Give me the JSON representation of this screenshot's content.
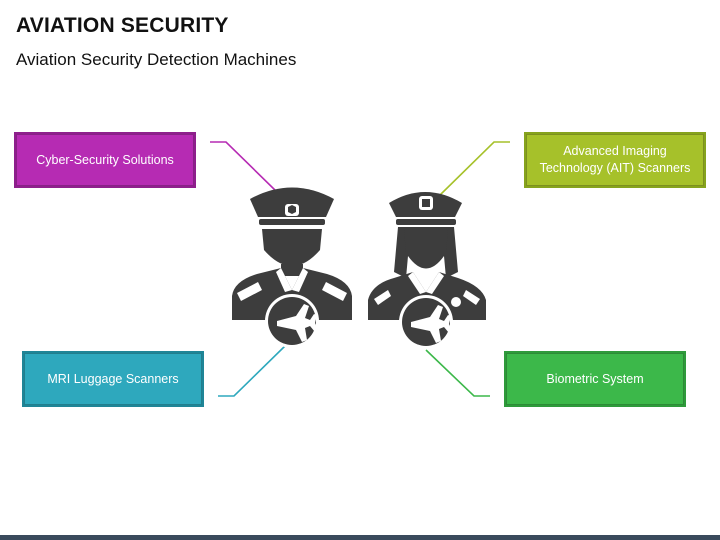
{
  "title": "AVIATION SECURITY",
  "subtitle": "Aviation Security Detection Machines",
  "boxes": [
    {
      "key": "cyber",
      "label": "Cyber-Security Solutions",
      "color": "#b62bb3"
    },
    {
      "key": "ait",
      "label": "Advanced Imaging Technology (AIT) Scanners",
      "color": "#a6c12a"
    },
    {
      "key": "mri",
      "label": "MRI Luggage Scanners",
      "color": "#2ea8bd"
    },
    {
      "key": "bio",
      "label": "Biometric System",
      "color": "#3cb84a"
    }
  ],
  "icons": {
    "male": "male-security-officer-icon",
    "female": "female-security-officer-icon",
    "badge": "airplane-icon"
  },
  "colors": {
    "icon_fill": "#3d3d3d",
    "footer": "#3a4a5c"
  }
}
